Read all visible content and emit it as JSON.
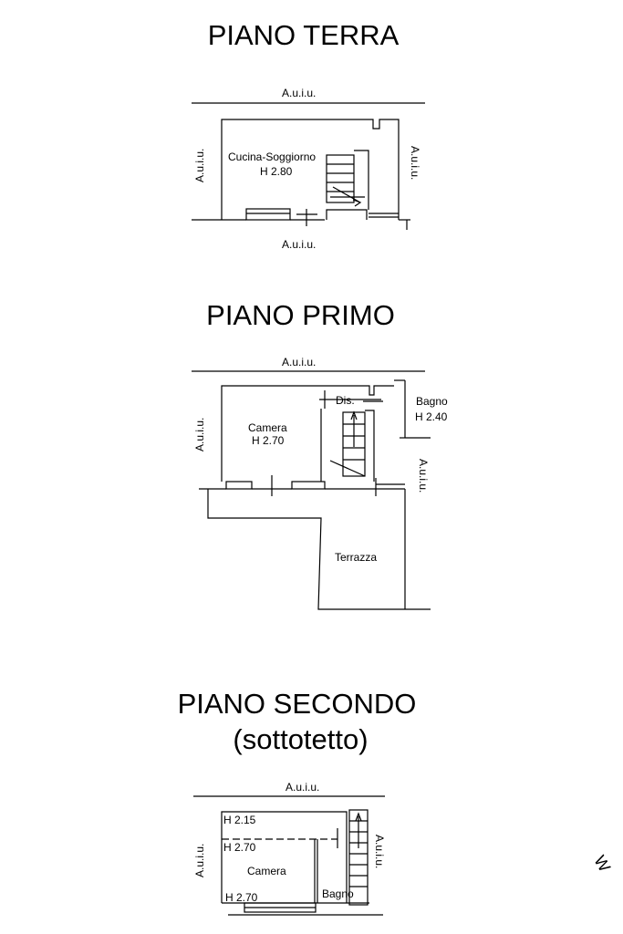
{
  "piano_terra": {
    "title": "PIANO TERRA",
    "north": "A.u.i.u.",
    "south": "A.u.i.u.",
    "west": "A.u.i.u.",
    "east": "A.u.i.u.",
    "room": "Cucina-Soggiorno",
    "height": "H 2.80"
  },
  "piano_primo": {
    "title": "PIANO PRIMO",
    "north": "A.u.i.u.",
    "west": "A.u.i.u.",
    "east": "A.u.i.u.",
    "room_camera": "Camera",
    "height_camera": "H 2.70",
    "dis": "Dis.",
    "bagno": "Bagno",
    "height_bagno": "H 2.40",
    "terrazza": "Terrazza"
  },
  "piano_secondo": {
    "title": "PIANO SECONDO",
    "subtitle": "(sottotetto)",
    "north": "A.u.i.u.",
    "west": "A.u.i.u.",
    "east": "A.u.i.u.",
    "h_top": "H 2.15",
    "h_mid": "H 2.70",
    "room": "Camera",
    "h_bottom": "H 2.70",
    "bagno": "Bagno"
  },
  "corner_mark": "W"
}
